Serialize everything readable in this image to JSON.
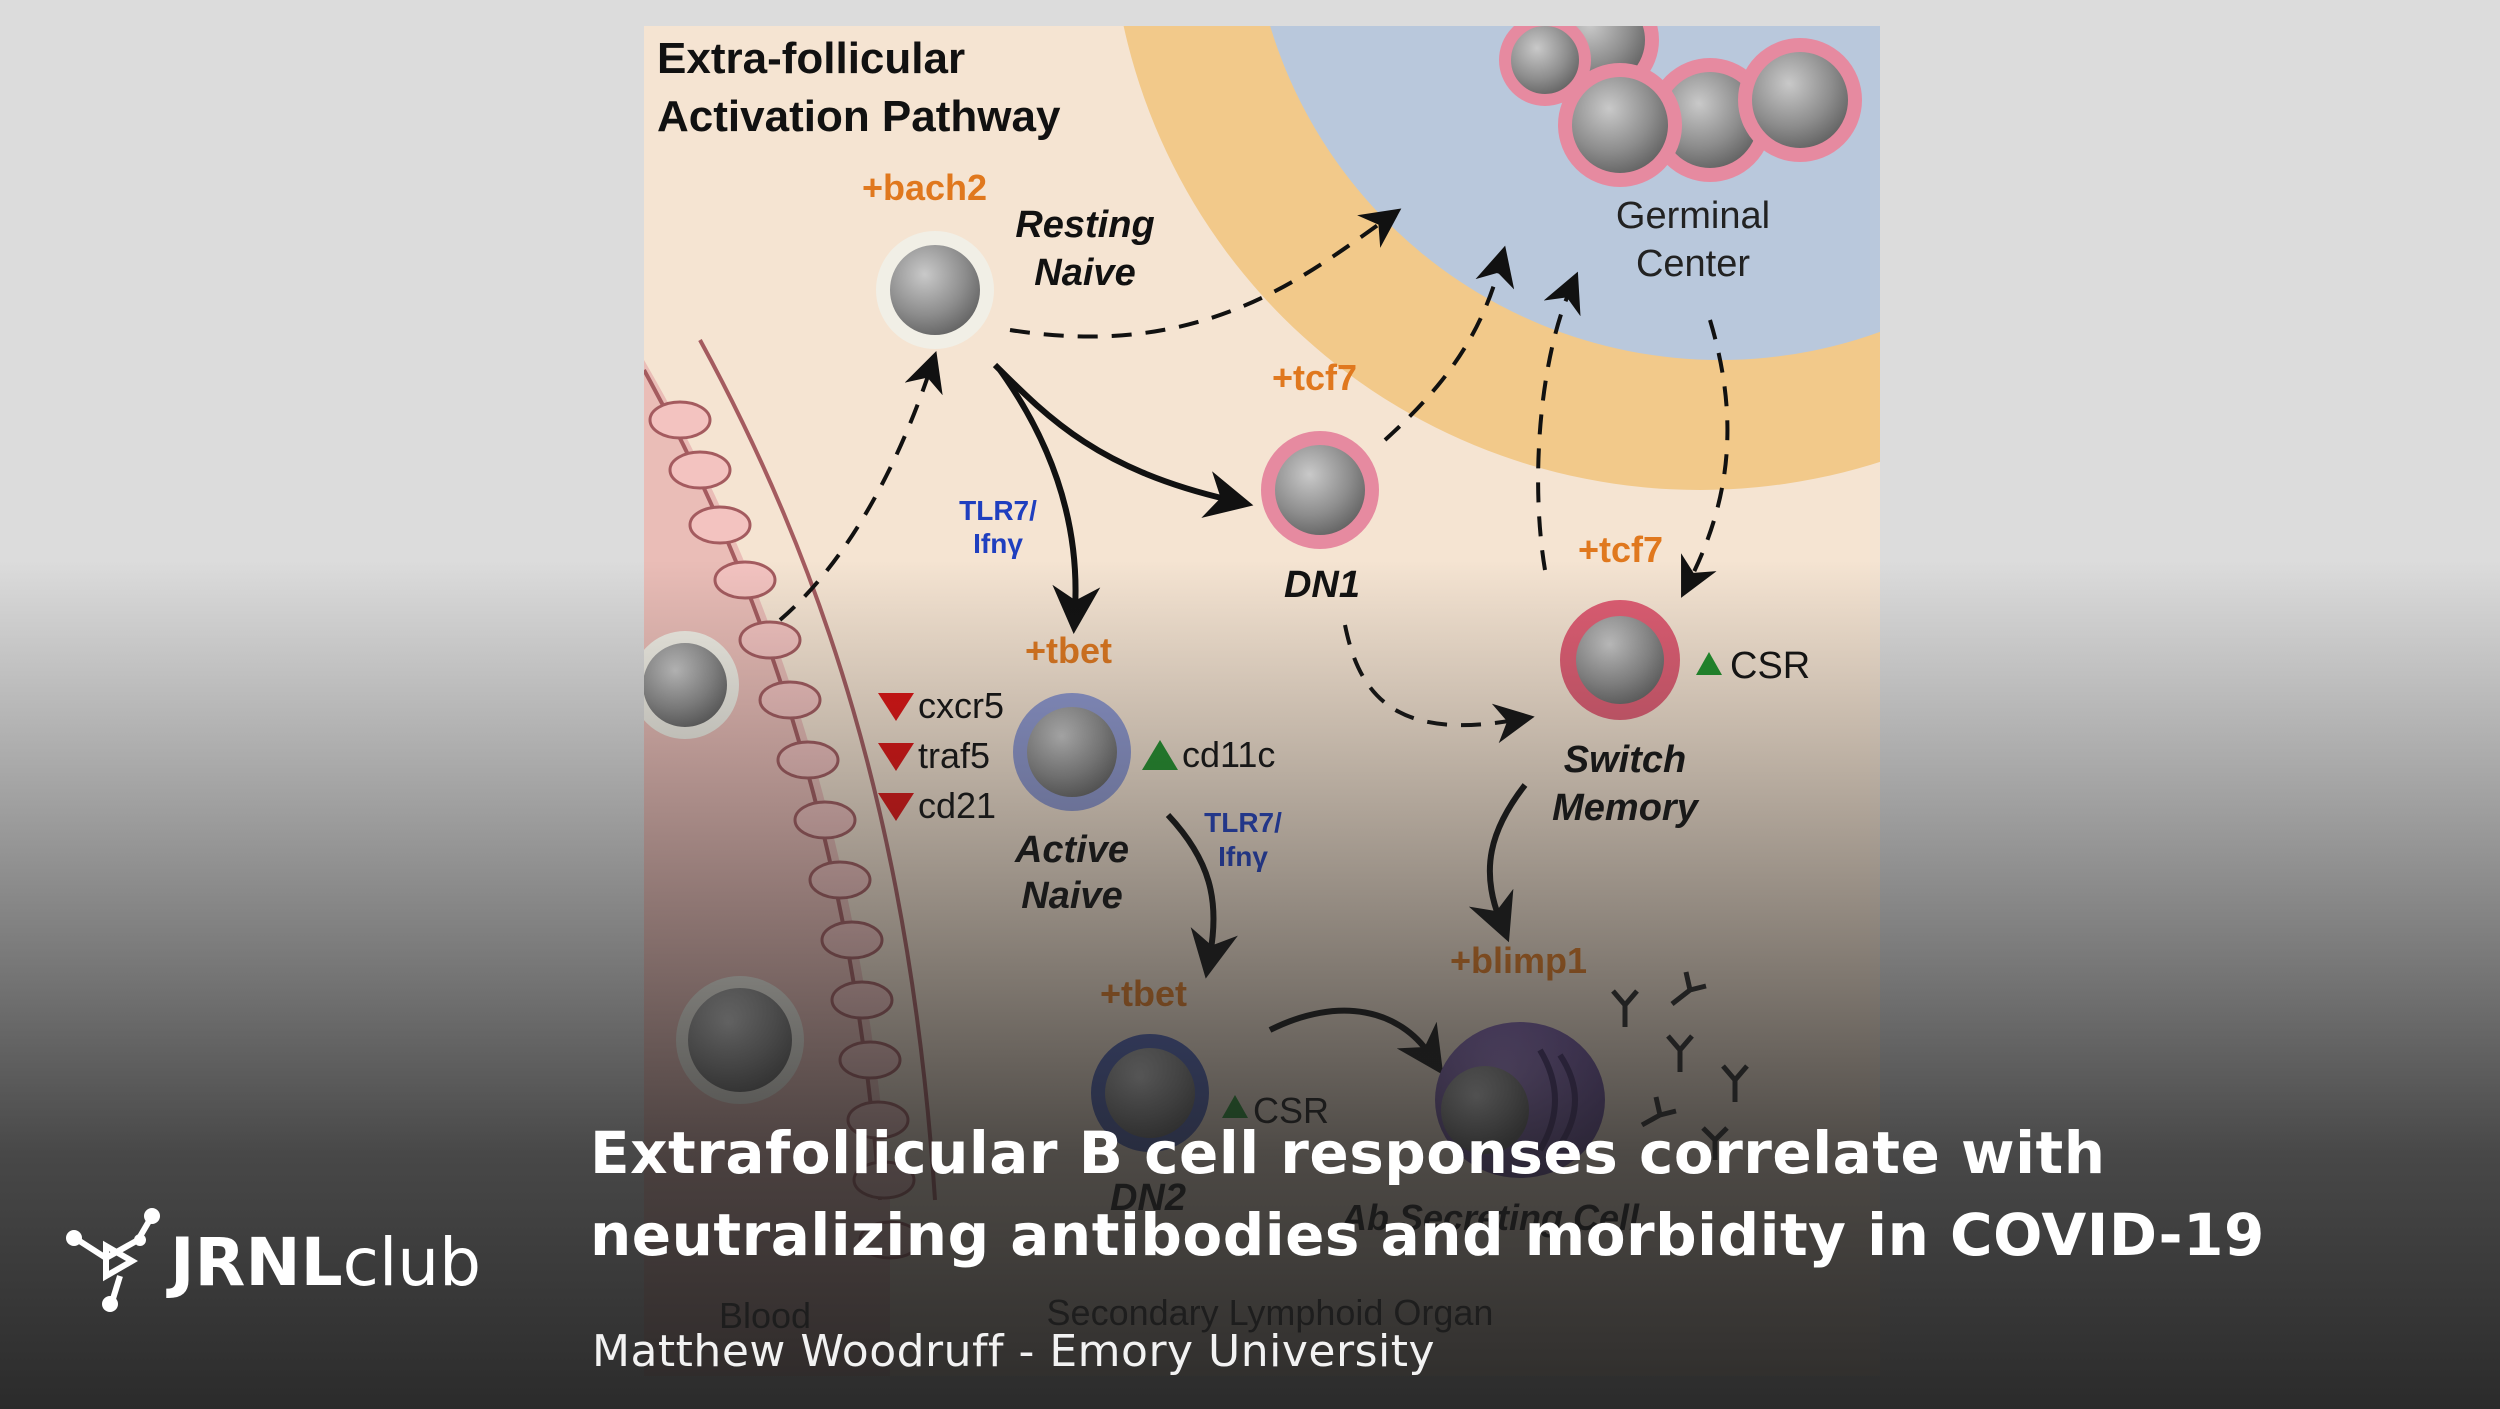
{
  "figure": {
    "title_line1": "Extra-follicular",
    "title_line2": "Activation Pathway",
    "germinal_center_line1": "Germinal",
    "germinal_center_line2": "Center",
    "resting_naive": {
      "gene": "+bach2",
      "label_line1": "Resting",
      "label_line2": "Naive"
    },
    "dn1": {
      "gene": "+tcf7",
      "label": "DN1"
    },
    "switch_memory": {
      "gene": "+tcf7",
      "label_line1": "Switch",
      "label_line2": "Memory",
      "marker": "CSR"
    },
    "active_naive": {
      "gene": "+tbet",
      "label_line1": "Active",
      "label_line2": "Naive",
      "down_markers": [
        "cxcr5",
        "traf5",
        "cd21"
      ],
      "up_marker": "cd11c"
    },
    "tlr_label_1_line1": "TLR7/",
    "tlr_label_1_line2": "Ifnγ",
    "tlr_label_2_line1": "TLR7/",
    "tlr_label_2_line2": "Ifnγ",
    "dn2": {
      "gene": "+tbet",
      "label": "DN2",
      "marker": "CSR"
    },
    "asc": {
      "gene": "+blimp1",
      "label": "Ab Secreting Cell"
    },
    "blood_label": "Blood",
    "organ_label": "Secondary Lymphoid Organ"
  },
  "headline": {
    "line1": "Extrafollicular B cell responses correlate with",
    "line2": "neutralizing antibodies and morbidity in COVID-19"
  },
  "byline": "Matthew Woodruff - Emory University",
  "logo": {
    "strong": "JRNL",
    "light": "club"
  },
  "colors": {
    "gene_orange": "#e0781e",
    "tlr_blue": "#1f3fbf",
    "down_red": "#e01010",
    "up_green": "#1f8f2a"
  }
}
